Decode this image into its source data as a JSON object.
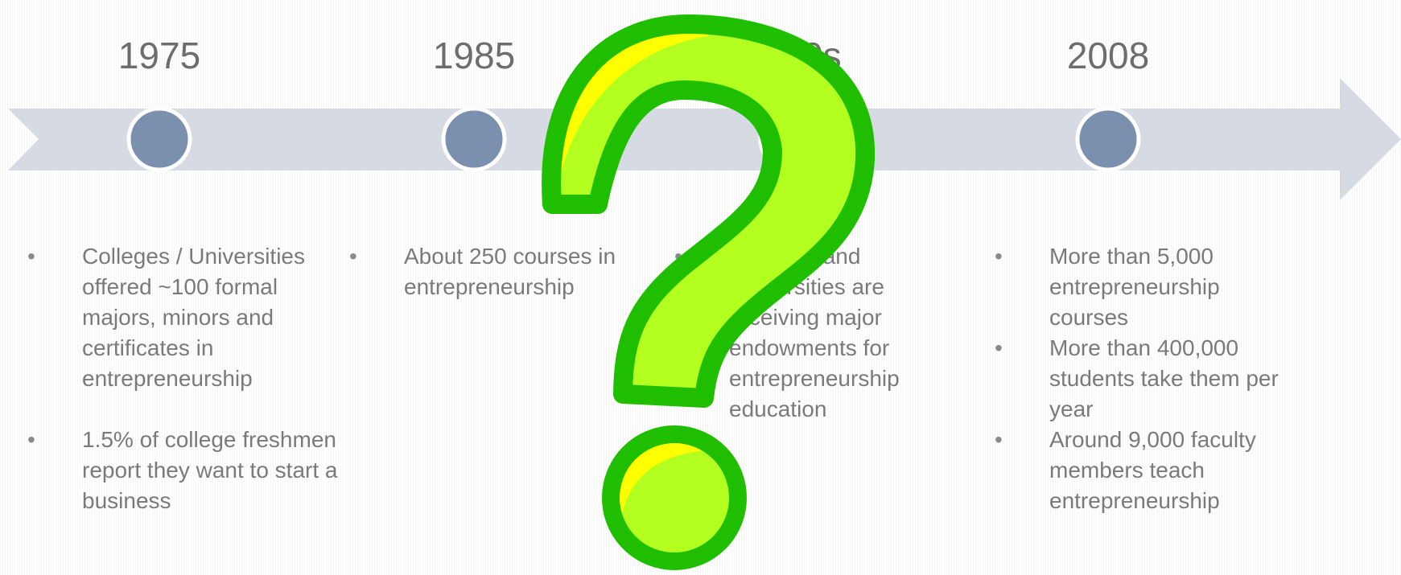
{
  "timeline": {
    "milestones": [
      {
        "year": "1975",
        "bullets": [
          "Colleges / Universities offered ~100 formal majors, minors and certificates in entrepreneurship",
          "1.5% of college freshmen report they want to start a business"
        ]
      },
      {
        "year": "1985",
        "bullets": [
          "About 250 courses in entrepreneurship"
        ]
      },
      {
        "year": "1990s",
        "bullets": [
          "Colleges and Universities are receiving major endowments for entrepreneurship education"
        ]
      },
      {
        "year": "2008",
        "bullets": [
          "More than 5,000 entrepreneurship courses",
          "More than 400,000 students take them per year",
          "Around 9,000 faculty members teach entrepreneurship"
        ]
      }
    ]
  },
  "colors": {
    "arrow": "#d6dbe3",
    "node_fill": "#7b8fae",
    "node_stroke": "#ffffff",
    "text": "#7a7a7a",
    "qmark_fill": "#b3ff1f",
    "qmark_outline": "#1fbf00",
    "qmark_highlight": "#ffff00"
  },
  "overlay_icon": "question-mark-icon"
}
